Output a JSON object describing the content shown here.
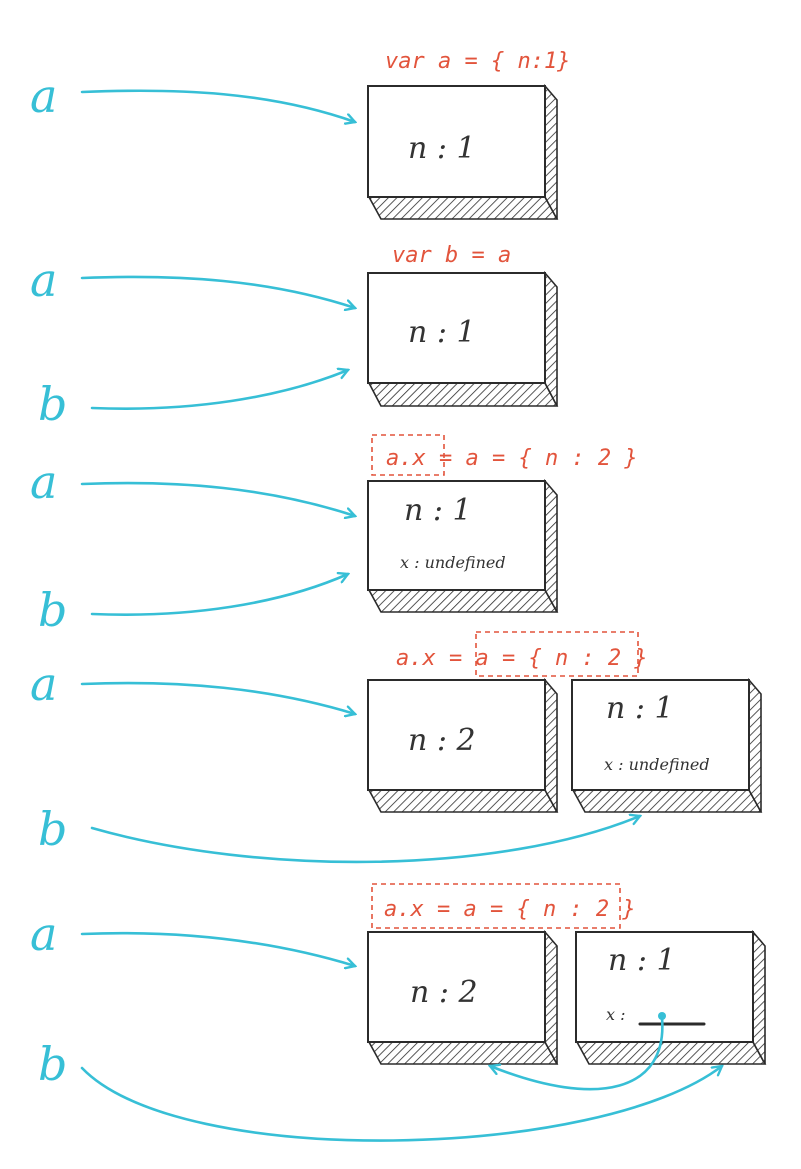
{
  "diagram": {
    "panels": [
      {
        "code": "var a = { n:1}",
        "var_labels": [
          "a"
        ],
        "boxes": [
          {
            "lines": [
              "n : 1"
            ]
          }
        ]
      },
      {
        "code": "var b = a",
        "var_labels": [
          "a",
          "b"
        ],
        "boxes": [
          {
            "lines": [
              "n : 1"
            ]
          }
        ]
      },
      {
        "code": "a.x = a = { n : 2 }",
        "var_labels": [
          "a",
          "b"
        ],
        "boxes": [
          {
            "lines": [
              "n : 1",
              "x : undefined"
            ]
          }
        ]
      },
      {
        "code": "a.x = a = { n : 2 }",
        "var_labels": [
          "a",
          "b"
        ],
        "boxes": [
          {
            "lines": [
              "n : 2"
            ]
          },
          {
            "lines": [
              "n : 1",
              "x : undefined"
            ]
          }
        ]
      },
      {
        "code": "a.x = a = { n : 2 }",
        "var_labels": [
          "a",
          "b"
        ],
        "boxes": [
          {
            "lines": [
              "n : 2"
            ]
          },
          {
            "lines": [
              "n : 1",
              "x :"
            ]
          }
        ]
      }
    ]
  },
  "colors": {
    "variable": "#37bfd6",
    "code": "#e2543c",
    "box_outline": "#2b2b2b"
  }
}
